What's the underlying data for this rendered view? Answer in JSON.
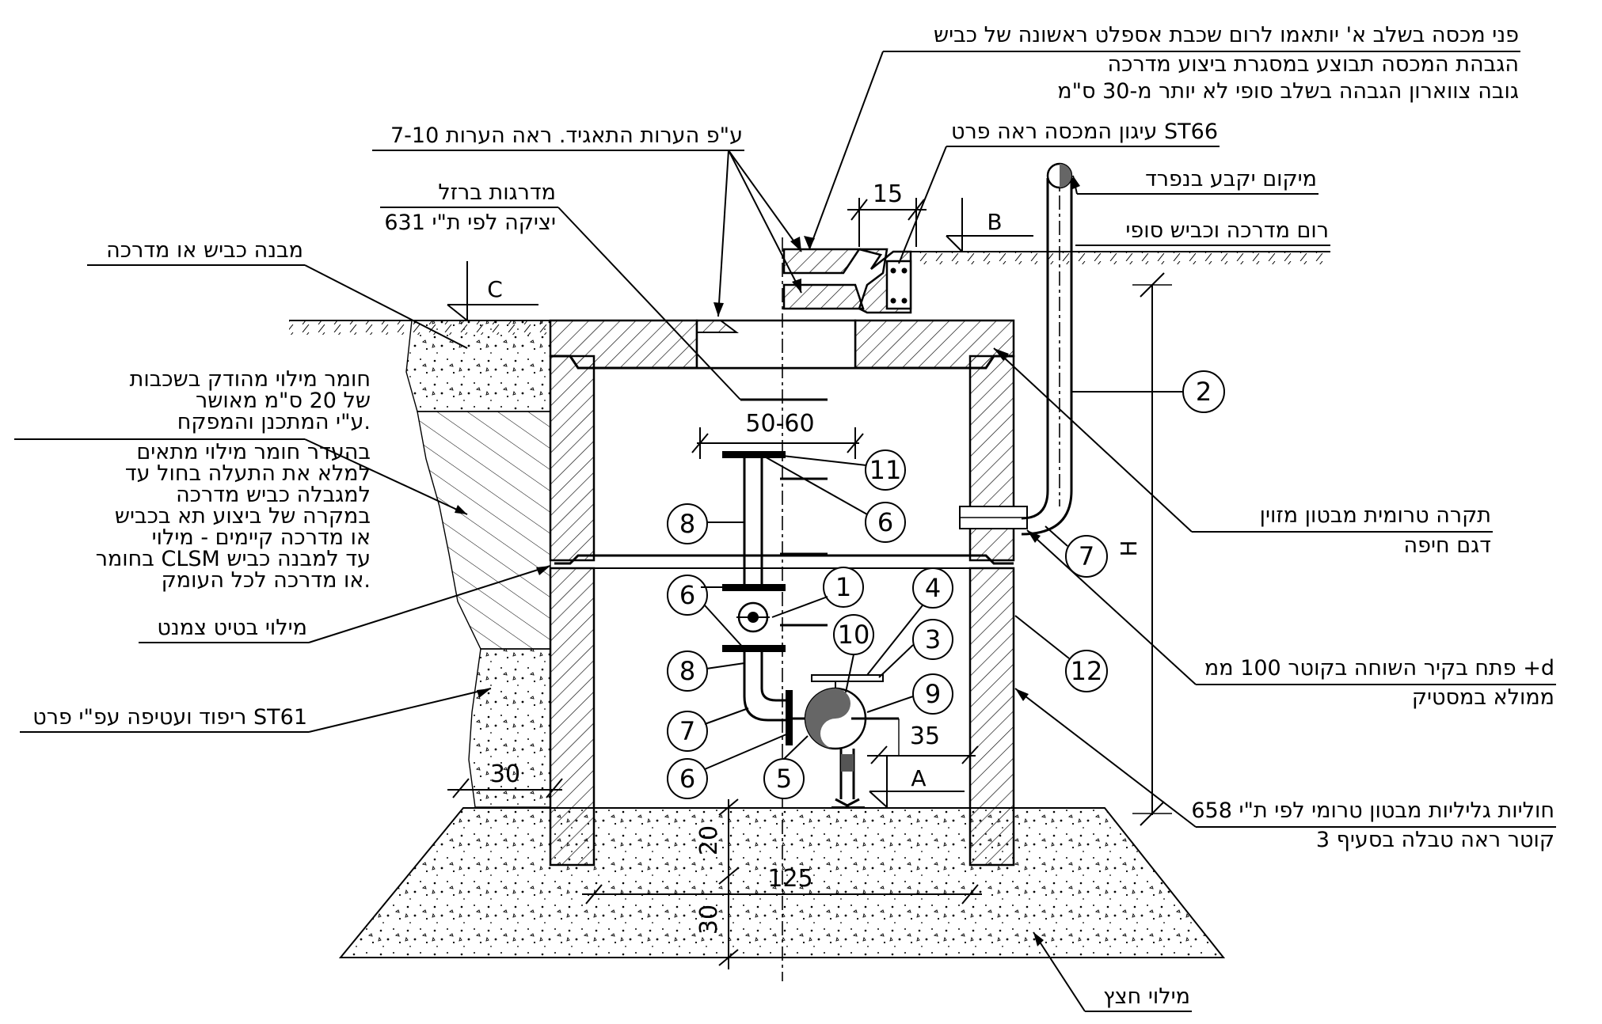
{
  "notes": {
    "cover_face": [
      "פני מכסה בשלב א' יותאמו לרום שכבת אספלט ראשונה של כביש",
      "הגבהת המכסה תבוצע במסגרת ביצוע מדרכה",
      "גובה צווארון הגבהה בשלב סופי לא יותר מ-30 ס\"מ"
    ],
    "per_notes": "ע\"פ הערות התאגיד. ראה הערות 7-10",
    "cover_anchor": "עיגון המכסה ראה פרט ST66",
    "location": "מיקום יקבע בנפרד",
    "steps": [
      "מדרגות ברזל",
      "יציקה לפי ת\"י 631"
    ],
    "sidewalk_level": "רום מדרכה וכביש סופי",
    "road_structure": "מבנה כביש או מדרכה",
    "backfill": [
      "חומר מילוי מהודק בשכבות",
      "של 20 ס\"מ מאושר",
      "ע\"י המתכנן והמפקח.",
      "בהעדר חומר מילוי מתאים",
      "למלא את התעלה בחול עד",
      "למגבלה כביש מדרכה",
      "במקרה של ביצוע תא בכביש",
      "או מדרכה קיימים - מילוי",
      "בחומר CLSM עד למבנה כביש",
      "או מדרכה לכל העומק."
    ],
    "cement_fill": "מילוי בטיט צמנט",
    "padding": "ריפוד ועטיפה עפ\"י פרט ST61",
    "slab": [
      "תקרה טרומית מבטון מזוין",
      "דגם חיפה"
    ],
    "opening": [
      "פתח בקיר השוחה בקוטר 100 ממ +d",
      "ממולא במסטיק"
    ],
    "rings": [
      "חוליות גליליות מבטון טרומי לפי ת\"י 658",
      "קוטר ראה טבלה בסעיף 3"
    ],
    "gravel": "מילוי חצץ"
  },
  "levels": {
    "C": "C",
    "B": "B",
    "A": "A",
    "H": "H"
  },
  "dimensions": {
    "d15": "15",
    "d50_60": "50-60",
    "d30_wall": "30",
    "d35": "35",
    "d125": "125",
    "d20": "20",
    "d30_base": "30"
  },
  "bubbles": {
    "b1": "1",
    "b2": "2",
    "b3": "3",
    "b4": "4",
    "b5": "5",
    "b6a": "6",
    "b6b": "6",
    "b6c": "6",
    "b7a": "7",
    "b7b": "7",
    "b8a": "8",
    "b8b": "8",
    "b9": "9",
    "b10": "10",
    "b11": "11",
    "b12": "12"
  }
}
